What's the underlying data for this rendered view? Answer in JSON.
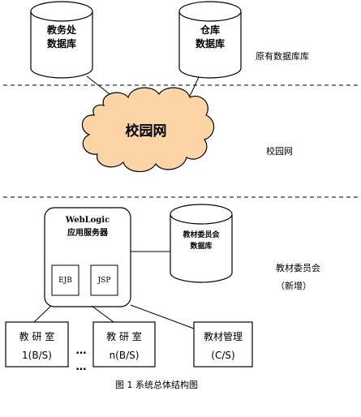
{
  "existing_databases": {
    "academic_affairs_db": [
      "教务处",
      "数据库"
    ],
    "warehouse_db": [
      "仓库",
      "数据库"
    ],
    "side_label": "原有数据库库"
  },
  "campus_network": {
    "cloud_label": "校园网",
    "side_label": "校园网"
  },
  "new_system": {
    "app_server": [
      "WebLogic",
      "应用服务器"
    ],
    "ejb_label": "EJB",
    "jsp_label": "JSP",
    "committee_db": [
      "教材委员会",
      "数据库"
    ],
    "side_label": "教材委员会",
    "side_note": "（新增）"
  },
  "clients": {
    "office_1": [
      "教 研 室",
      "1(B/S)"
    ],
    "ellipsis": "…",
    "office_n": [
      "教 研 室",
      "n(B/S)"
    ],
    "textbook_mgmt": [
      "教材管理",
      "(C/S)"
    ]
  },
  "caption": "图 1 系统总体结构图"
}
